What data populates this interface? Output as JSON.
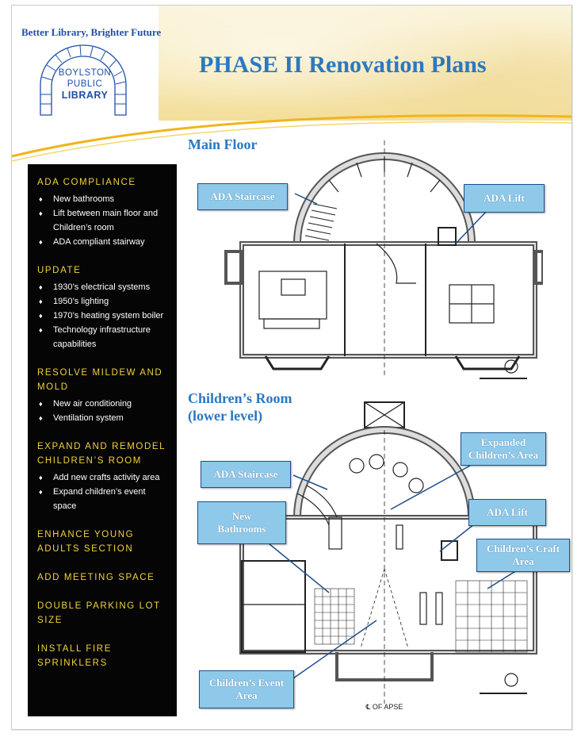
{
  "header": {
    "tagline": "Better Library, Brighter Future",
    "logo_line1": "BOYLSTON",
    "logo_line2": "PUBLIC",
    "logo_line3": "LIBRARY",
    "title": "PHASE II Renovation Plans"
  },
  "sections": [
    {
      "title": "ADA COMPLIANCE",
      "items": [
        "New bathrooms",
        "Lift between main floor and Children’s room",
        "ADA compliant stairway"
      ]
    },
    {
      "title": "UPDATE",
      "items": [
        "1930’s electrical systems",
        "1950’s lighting",
        "1970’s heating system boiler",
        "Technology infrastructure capabilities"
      ]
    },
    {
      "title": "RESOLVE MILDEW AND MOLD",
      "items": [
        "New air conditioning",
        "Ventilation system"
      ]
    },
    {
      "title": "EXPAND AND REMODEL CHILDREN’S ROOM",
      "items": [
        "Add new crafts activity area",
        "Expand children’s event space"
      ]
    },
    {
      "title": "ENHANCE YOUNG ADULTS SECTION",
      "items": []
    },
    {
      "title": "ADD MEETING SPACE",
      "items": []
    },
    {
      "title": "DOUBLE PARKING LOT SIZE",
      "items": []
    },
    {
      "title": "INSTALL FIRE SPRINKLERS",
      "items": []
    }
  ],
  "main_floor": {
    "heading": "Main Floor",
    "callouts": {
      "staircase": "ADA Staircase",
      "lift": "ADA Lift"
    }
  },
  "childrens_room": {
    "heading_line1": "Children’s Room",
    "heading_line2": "(lower level)",
    "callouts": {
      "staircase": "ADA Staircase",
      "expanded_line1": "Expanded",
      "expanded_line2": "Children’s Area",
      "bathrooms_line1": "New",
      "bathrooms_line2": "Bathrooms",
      "lift": "ADA Lift",
      "craft_line1": "Children’s Craft",
      "craft_line2": "Area",
      "event_line1": "Children’s Event",
      "event_line2": "Area"
    },
    "apse_label": "℄ OF APSE"
  },
  "colors": {
    "title_blue": "#2a78c2",
    "callout_fill": "#8ec9ea",
    "sidebar_accent": "#f0d33a",
    "sidebar_bg": "#050505"
  }
}
